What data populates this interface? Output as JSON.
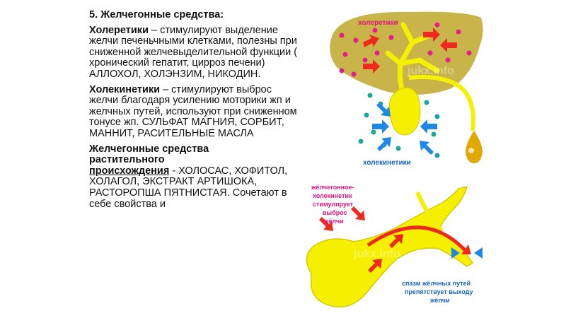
{
  "slide": {
    "heading": "5. Желчегонные средства:",
    "choleretics": {
      "term": "Холеретики",
      "text": " – стимулируют выделение желчи печеньчными клетками, полезны при сниженной желчевыделительной функции ( хронический гепатит, цирроз печени) АЛЛОХОЛ, ХОЛЭНЗИМ, НИКОДИН."
    },
    "cholekinetics": {
      "term": "Холекинетики",
      "text": " – стимулируют выброс желчи благодаря усилению моторики жп и желчных путей, используют при сниженном тонусе жп. СУЛЬФАТ МАГНИЯ, СОРБИТ, МАННИТ, РАСИТЕЛЬНЫЕ МАСЛА"
    },
    "herbal": {
      "term_line1": "Желчегонные средства",
      "term_line2": "растительного",
      "term_line3": "происхождения",
      "text": " - ХОЛОСАС, ХОФИТОЛ, ХОЛАГОЛ, ЭКСТРАКТ АРТИШОКА, РАСТОРОПША ПЯТНИСТАЯ. Сочетают в себе свойства и"
    }
  },
  "figure1": {
    "label_top": "холеретики",
    "label_bottom": "холекинетики",
    "watermark": "jukx.info"
  },
  "figure2": {
    "label_top_1": "жёлчегонное-",
    "label_top_2": "холекинетик",
    "label_top_3": "стимулирует",
    "label_top_4": "выброс",
    "label_top_5": "жёлчи",
    "label_bottom_1": "спазм жёлчных путей",
    "label_bottom_2": "препятствует выходу",
    "label_bottom_3": "жёлчи",
    "watermark": "jukx.info"
  },
  "colors": {
    "liver": "#c9b44a",
    "bile": "#f5f000",
    "arrow_red": "#ee2a1f",
    "arrow_blue": "#1e88e5",
    "dot_magenta": "#e61e8c",
    "dot_teal": "#1aa89a",
    "label_magenta": "#e0137e",
    "label_blue": "#1565c0"
  }
}
